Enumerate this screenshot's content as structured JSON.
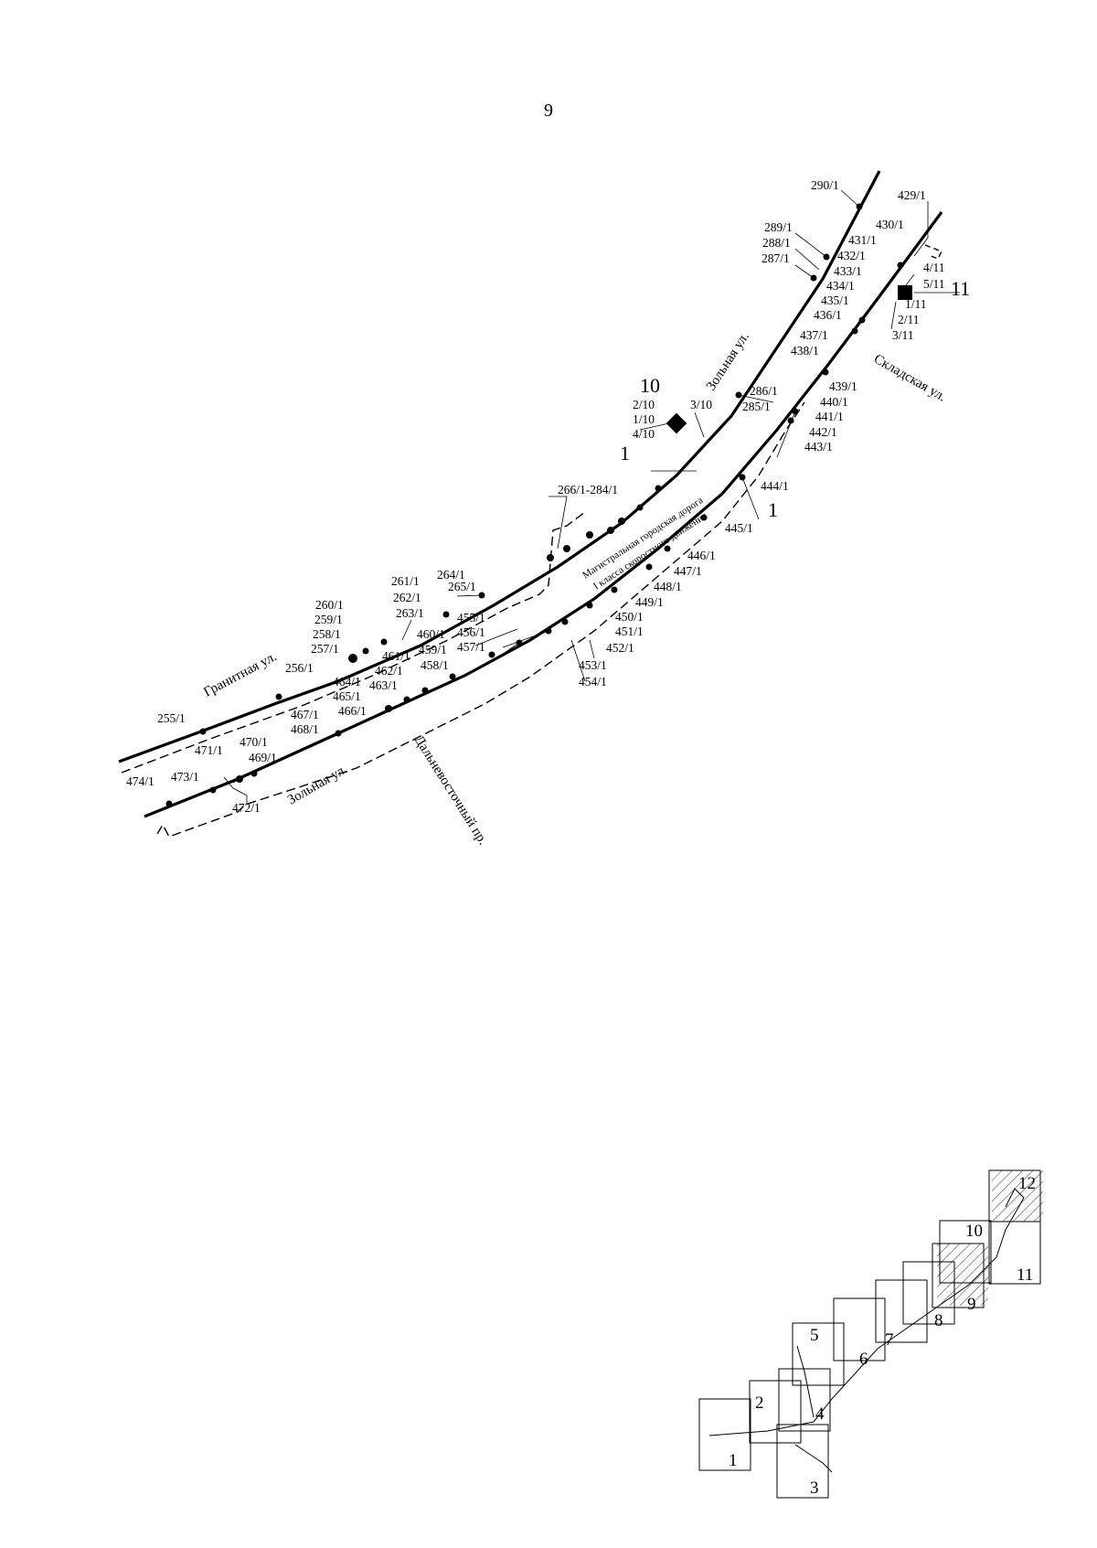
{
  "page": {
    "number": "9"
  },
  "streets": {
    "zolnaya_upper": "Зольная ул.",
    "zolnaya_lower": "Зольная ул.",
    "granitnaya": "Гранитная ул.",
    "skladskaya": "Складская ул.",
    "dalnevostochny": "Дальневосточный пр.",
    "highway_line1": "Магистральная городская дорога",
    "highway_line2": "I класса скоростного движения"
  },
  "markers": {
    "upper_line": "1",
    "lower_line": "1",
    "block_10": "10",
    "block_11": "11"
  },
  "upper_labels": [
    "290/1",
    "289/1",
    "288/1",
    "287/1",
    "286/1",
    "285/1",
    "2/10",
    "1/10",
    "4/10",
    "3/10",
    "266/1-284/1",
    "265/1",
    "264/1",
    "261/1",
    "262/1",
    "263/1",
    "260/1",
    "259/1",
    "258/1",
    "257/1",
    "256/1",
    "255/1"
  ],
  "lower_labels": [
    "429/1",
    "430/1",
    "431/1",
    "432/1",
    "433/1",
    "434/1",
    "435/1",
    "436/1",
    "437/1",
    "438/1",
    "439/1",
    "440/1",
    "441/1",
    "442/1",
    "443/1",
    "444/1",
    "445/1",
    "446/1",
    "447/1",
    "448/1",
    "449/1",
    "450/1",
    "451/1",
    "452/1",
    "453/1",
    "454/1",
    "455/1",
    "456/1",
    "457/1",
    "458/1",
    "459/1",
    "460/1",
    "461/1",
    "462/1",
    "463/1",
    "464/1",
    "465/1",
    "466/1",
    "467/1",
    "468/1",
    "469/1",
    "470/1",
    "471/1",
    "472/1",
    "473/1",
    "474/1"
  ],
  "block11_labels": [
    "4/11",
    "5/11",
    "1/11",
    "2/11",
    "3/11"
  ],
  "key_map": {
    "sheets": [
      "1",
      "2",
      "3",
      "4",
      "5",
      "6",
      "7",
      "8",
      "9",
      "10",
      "11",
      "12"
    ],
    "current_sheet": "9"
  }
}
